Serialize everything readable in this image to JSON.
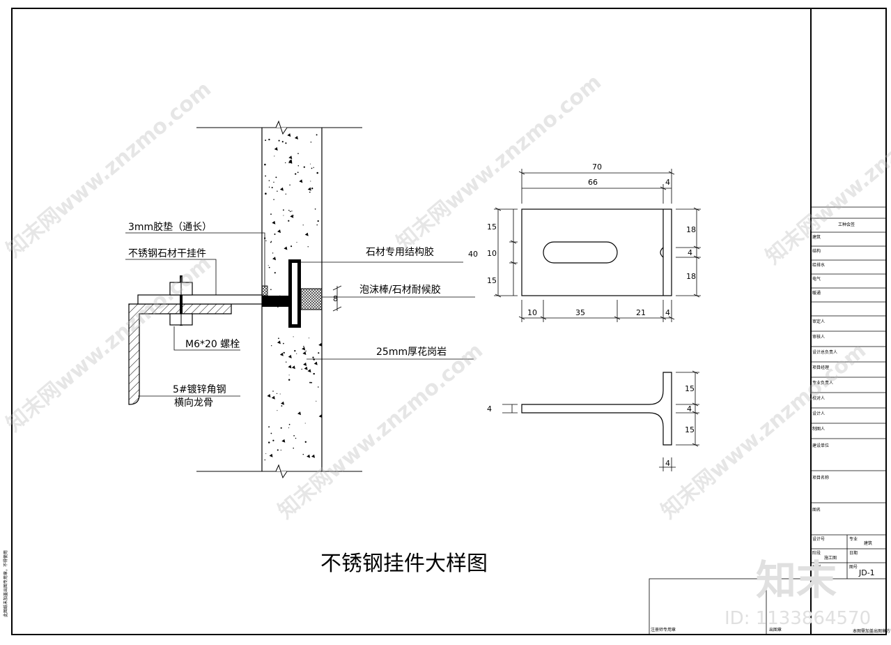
{
  "title": "不锈钢挂件大样图",
  "labels": {
    "rubber_pad": "3mm胶垫（通长）",
    "hanger": "不锈钢石材干挂件",
    "bolt": "M6*20 螺栓",
    "angle_1": "5#镀锌角钢",
    "angle_2": "横向龙骨",
    "struct_glue": "石材专用结构胶",
    "foam": "泡沫棒/石材耐候胶",
    "granite": "25mm厚花岗岩",
    "gap": "8"
  },
  "plan_dims": {
    "overall_w": "70",
    "w66": "66",
    "w4_top": "4",
    "left_total": "40",
    "l15a": "15",
    "l10": "10",
    "l15b": "15",
    "r18a": "18",
    "r4": "4",
    "r18b": "18",
    "b10": "10",
    "b35": "35",
    "b21": "21",
    "b4": "4"
  },
  "section_dims": {
    "left4": "4",
    "r15a": "15",
    "r4": "4",
    "r15b": "15",
    "bottom4": "4"
  },
  "title_block": {
    "header": "工种会签",
    "rows_a": [
      "建筑",
      "结构",
      "给排水",
      "电气",
      "暖通"
    ],
    "rows_b": [
      "审定人",
      "审核人",
      "设计总负责人",
      "项目经理",
      "专业负责人",
      "校对人",
      "设计人",
      "制图人"
    ],
    "construction_unit": "建设单位",
    "project_name": "项目名称",
    "drawing_name": "图名",
    "design_no": "设计号",
    "discipline": "专业",
    "discipline_value": "建筑",
    "stage": "阶段",
    "stage_value": "施工图",
    "date": "日期",
    "scale": "比例",
    "drawing_no": "图号",
    "drawing_no_value": "JD-1",
    "bottom_left": "注册师专用章",
    "bottom_mid": "出图章",
    "bottom_right": "本图需加盖出图章方有效"
  },
  "side_note": "此图纸未加盖出图专用章，不得使用",
  "watermark": "知末网www.znzmo.com",
  "brand": "知末",
  "brand_id": "ID: 1133864570"
}
